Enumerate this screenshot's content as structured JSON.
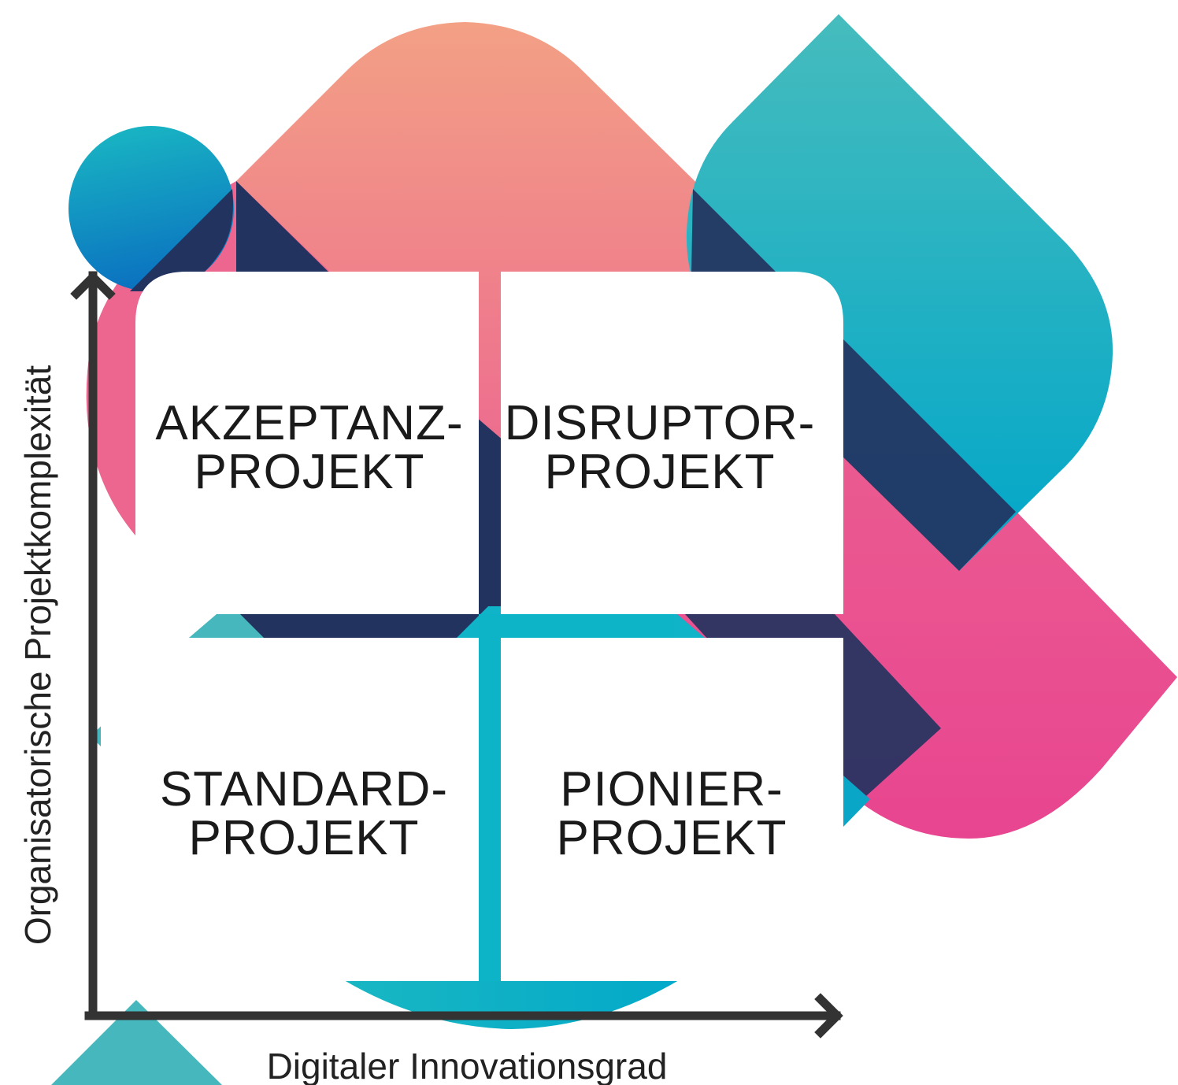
{
  "colors": {
    "teal": "#1fb3c4",
    "pink": "#ec5a8e",
    "salmon": "#f39c86",
    "navy": "#23335f",
    "blue": "#0a78c2",
    "axis": "#333333",
    "panel": "#ffffff"
  },
  "quadrants": {
    "top_left": {
      "line1": "AKZEPTANZ-",
      "line2": "PROJEKT"
    },
    "top_right": {
      "line1": "DISRUPTOR-",
      "line2": "PROJEKT"
    },
    "bottom_left": {
      "line1": "STANDARD-",
      "line2": "PROJEKT"
    },
    "bottom_right": {
      "line1": "PIONIER-",
      "line2": "PROJEKT"
    }
  },
  "axes": {
    "x_label": "Digitaler Innovationsgrad",
    "y_label": "Organisatorische Projektkomplexität"
  }
}
